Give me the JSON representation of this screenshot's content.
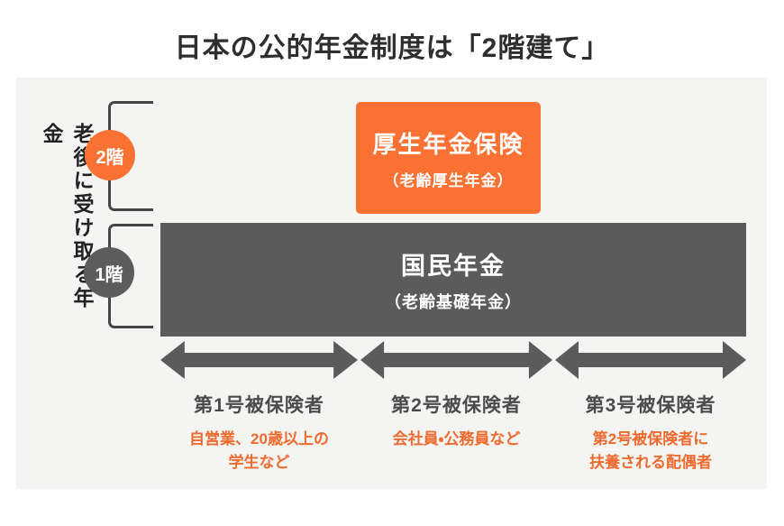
{
  "title": "日本の公的年金制度は「2階建て」",
  "side_label": "老後に受け取る年金",
  "colors": {
    "orange": "#F97234",
    "orange_text": "#EE6A2E",
    "dark_gray": "#5B5B5B",
    "panel_bg": "#F4F4F2"
  },
  "floors": {
    "second": {
      "badge": "2階",
      "box_title": "厚生年金保険",
      "box_subtitle": "（老齢厚生年金）"
    },
    "first": {
      "badge": "1階",
      "box_title": "国民年金",
      "box_subtitle": "（老齢基礎年金）"
    }
  },
  "insured_categories": [
    {
      "label": "第1号被保険者",
      "desc_lines": [
        "自営業、20歳以上の",
        "学生など"
      ]
    },
    {
      "label": "第2号被保険者",
      "desc_lines": [
        "会社員・公務員など"
      ]
    },
    {
      "label": "第3号被保険者",
      "desc_lines": [
        "第2号被保険者に",
        "扶養される配偶者"
      ]
    }
  ]
}
